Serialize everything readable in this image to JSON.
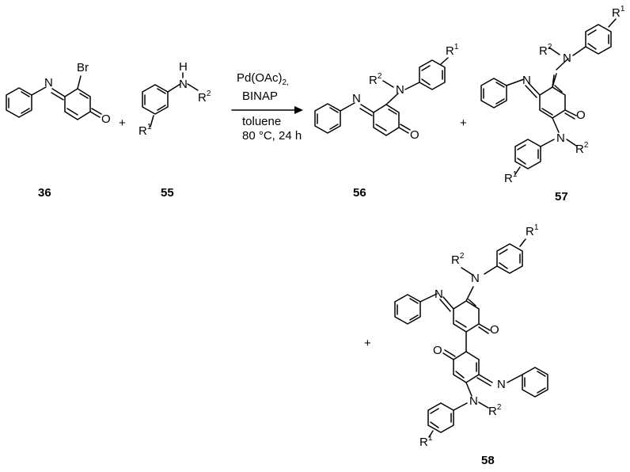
{
  "reagents": {
    "line1_base": "Pd(OAc)",
    "line1_sub": "2,",
    "line2": "BINAP",
    "line3": "toluene",
    "line4": "80 °C, 24 h"
  },
  "operators": {
    "plus": "+"
  },
  "compounds": {
    "c36": "36",
    "c55": "55",
    "c56": "56",
    "c57": "57",
    "c58": "58"
  },
  "atoms": {
    "br": "Br",
    "n": "N",
    "h": "H",
    "o": "O",
    "r": "R",
    "r1_sup": "1",
    "r2_sup": "2"
  }
}
